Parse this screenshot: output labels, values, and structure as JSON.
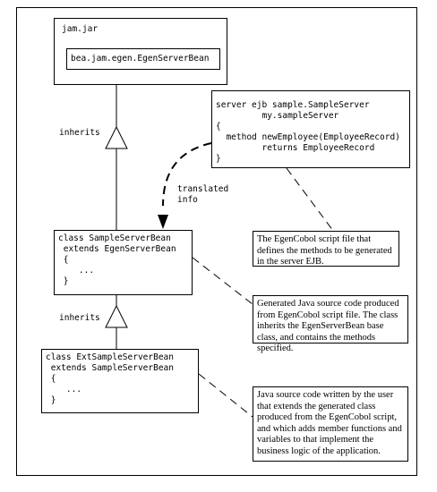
{
  "jar_box": {
    "title": "jam.jar",
    "inner": "bea.jam.egen.EgenServerBean"
  },
  "labels": {
    "inherits_top": "inherits",
    "inherits_bottom": "inherits",
    "translated_line1": "translated",
    "translated_line2": "info"
  },
  "script_box": {
    "lines": [
      "server ejb sample.SampleServer",
      "         my.sampleServer",
      "{",
      "  method newEmployee(EmployeeRecord)",
      "         returns EmployeeRecord",
      "}"
    ]
  },
  "sample_bean_box": {
    "lines": [
      "class SampleServerBean",
      " extends EgenServerBean",
      " {",
      "    ...",
      " }"
    ]
  },
  "ext_bean_box": {
    "lines": [
      "class ExtSampleServerBean",
      " extends SampleServerBean",
      " {",
      "    ...",
      " }"
    ]
  },
  "notes": {
    "script_note": "The EgenCobol script file that defines the methods to be generated in the server EJB.",
    "generated_note": "Generated Java source code produced from EgenCobol script file. The class inherits the EgenServerBean base class, and contains the methods specified.",
    "user_note": "Java source code written by the user that extends the generated class produced from the EgenCobol script, and which adds member functions and variables to that implement the business logic of the application."
  }
}
